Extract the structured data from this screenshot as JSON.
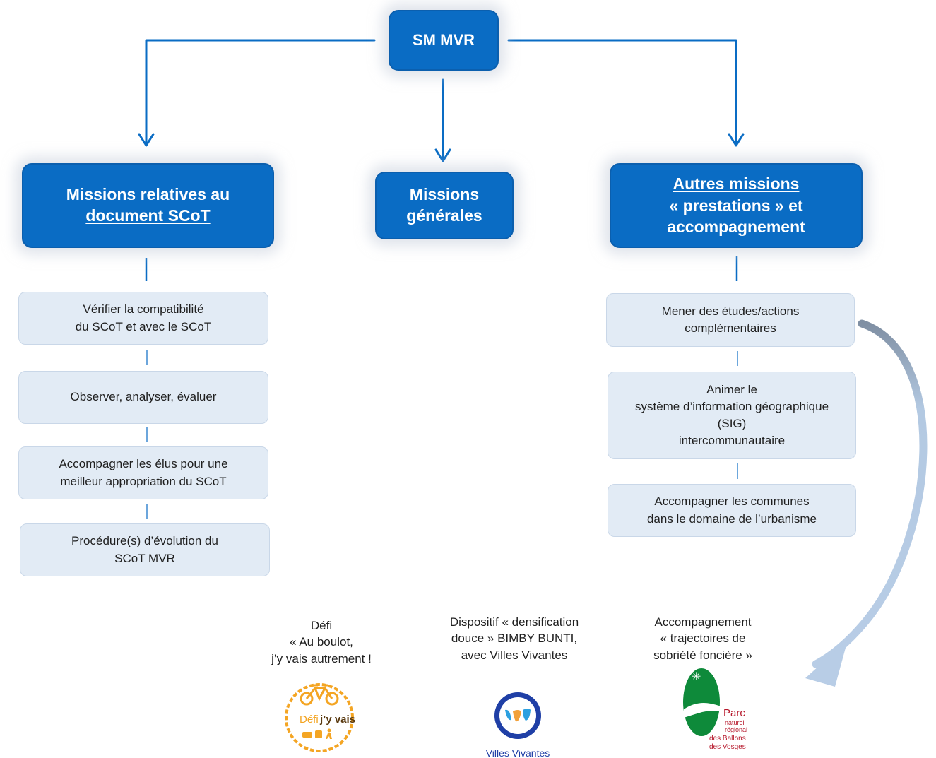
{
  "colors": {
    "primary": "#0a6cc4",
    "primary_border": "#0b5fae",
    "sub_fill": "#e2ebf5",
    "sub_border": "#c9d7e8",
    "connector": "#0a6cc4",
    "curved_arrow": "#9fbcdc"
  },
  "root": {
    "label": "SM MVR"
  },
  "branches": {
    "left": {
      "line1": "Missions relatives au",
      "line2": "document  SCoT"
    },
    "middle": {
      "line1": "Missions",
      "line2": "générales"
    },
    "right": {
      "line1": "Autres missions",
      "line2": "« prestations » et",
      "line3": "accompagnement"
    }
  },
  "left_items": [
    {
      "lines": [
        "Vérifier la compatibilité",
        "du SCoT et avec le SCoT"
      ]
    },
    {
      "lines": [
        "Observer, analyser, évaluer"
      ]
    },
    {
      "lines": [
        "Accompagner les élus pour une",
        "meilleur appropriation du SCoT"
      ]
    },
    {
      "lines": [
        "Procédure(s) d’évolution du",
        "SCoT MVR"
      ]
    }
  ],
  "right_items": [
    {
      "lines": [
        "Mener des études/actions",
        "complémentaires"
      ]
    },
    {
      "lines": [
        "Animer le",
        "système d’information géographique",
        "(SIG)",
        "intercommunautaire"
      ]
    },
    {
      "lines": [
        "Accompagner les communes",
        "dans le domaine de l’urbanisme"
      ]
    }
  ],
  "initiatives": [
    {
      "lines": [
        "Défi",
        "« Au boulot,",
        "j’y vais autrement !"
      ],
      "logo": {
        "icon": "bicycle-badge-icon",
        "text1": "Défi",
        "text2": "j’y vais",
        "color": "#f4a523"
      }
    },
    {
      "lines": [
        "Dispositif « densification",
        "douce » BIMBY BUNTI,",
        "avec Villes Vivantes"
      ],
      "logo": {
        "icon": "villes-vivantes-icon",
        "text": "Villes Vivantes",
        "color": "#1f3fa6"
      }
    },
    {
      "lines": [
        "Accompagnement",
        "« trajectoires de",
        "sobriété foncière »"
      ],
      "logo": {
        "icon": "parc-ballons-vosges-icon",
        "text1": "Parc",
        "text2": "naturel",
        "text3": "régional",
        "text4": "des Ballons",
        "text5": "des Vosges",
        "color": "#0e8a3a"
      }
    }
  ]
}
